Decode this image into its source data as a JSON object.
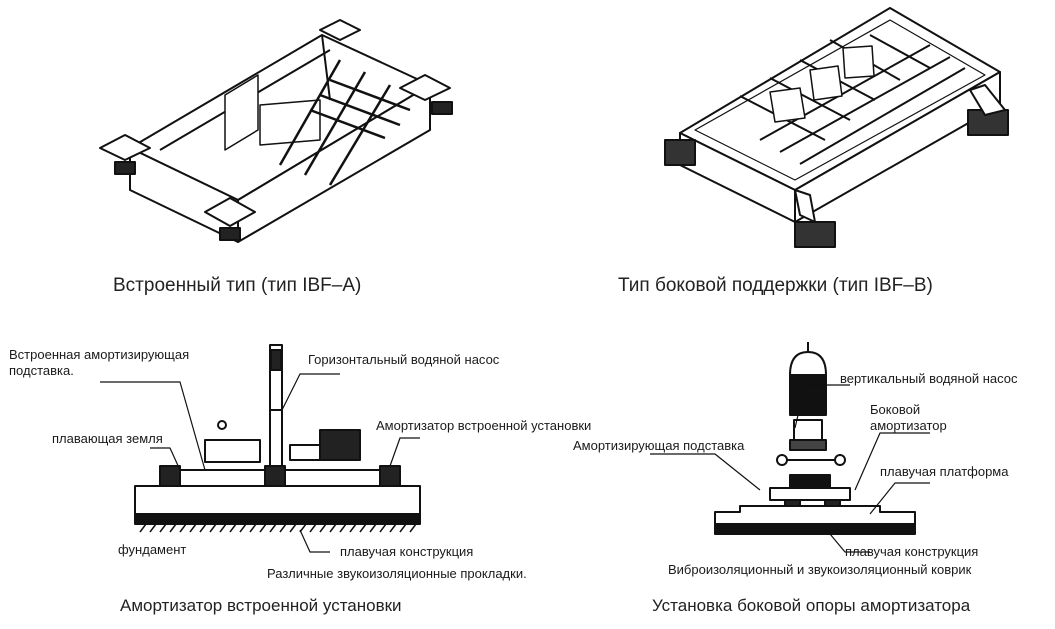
{
  "figures": {
    "ibf_a": {
      "caption": "Встроенный тип (тип IBF–A)"
    },
    "ibf_b": {
      "caption": "Тип боковой поддержки (тип IBF–B)"
    },
    "built_in": {
      "caption": "Амортизатор встроенной установки",
      "labels": {
        "base_stand_line1": "Встроенная амортизирующая",
        "base_stand_line2": "подставка.",
        "horizontal_pump": "Горизонтальный водяной насос",
        "floating_ground": "плавающая земля",
        "built_in_absorber": "Амортизатор встроенной установки",
        "foundation": "фундамент",
        "floating_structure": "плавучая конструкция",
        "sound_pads": "Различные звукоизоляционные прокладки."
      }
    },
    "side_support": {
      "caption": "Установка боковой опоры амортизатора",
      "labels": {
        "vertical_pump": "вертикальный водяной насос",
        "side_absorber_line1": "Боковой",
        "side_absorber_line2": "амортизатор",
        "absorbing_stand": "Амортизирующая подставка",
        "floating_platform": "плавучая платформа",
        "floating_structure": "плавучая конструкция",
        "vibro_mat": "Виброизоляционный и звукоизоляционный коврик"
      }
    }
  }
}
